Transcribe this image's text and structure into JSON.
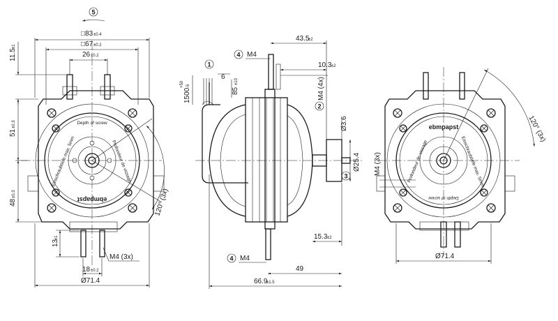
{
  "drawing": {
    "rotation_marker": "5",
    "brand": "ebmpapst",
    "screw_note": {
      "depth_label_en": "Depth of screw",
      "einschraub_de": "Einschraubtiefe max. 5mm",
      "profondeur_fr": "Profondeur de vissage"
    },
    "front_view": {
      "dims": {
        "width_83": "□83",
        "width_83_tol": "±0.4",
        "width_67": "□67",
        "width_67_tol": "±0.2",
        "width_26": "26",
        "width_26_tol": "±0.2",
        "height_11_5": "11.5",
        "height_11_5_tol": "±1",
        "height_51": "51",
        "height_51_tol": "±0.3",
        "height_48": "48",
        "height_48_tol": "±0.3",
        "height_13": "13",
        "height_13_tol": "±1",
        "width_18": "18",
        "width_18_tol": "±0.2",
        "dia_71_4": "Ø71.4",
        "angle_120": "120° (3x)",
        "thread_m4_3x": "M4 (3x)"
      }
    },
    "side_view": {
      "markers": {
        "m1": "1",
        "m2": "2",
        "m3": "3",
        "m4_top": "4",
        "m4_bottom": "4"
      },
      "dims": {
        "thread_m4_top": "M4",
        "thread_m4_bottom": "M4",
        "d_43_5": "43.5",
        "d_43_5_tol": "±2",
        "d_10_3": "10.3",
        "d_10_3_tol": "±2",
        "m4_4x": "M4 (4x)",
        "d_6": "6",
        "d_85": "85",
        "d_85_tol": "±10",
        "lead_1500": "1500",
        "lead_1500_tol_up": "+50",
        "lead_1500_tol_dn": "-5",
        "dia_3_6": "Ø3.6",
        "dia_25_4": "Ø25.4",
        "d_15_3": "15.3",
        "d_15_3_tol": "±2",
        "d_49": "49",
        "d_66_9": "66.9",
        "d_66_9_tol": "±1.5"
      }
    },
    "rear_view": {
      "dims": {
        "angle_120": "120° (3x)",
        "thread_m4_3x": "M4 (3x)",
        "dia_71_4": "Ø71.4"
      }
    }
  }
}
